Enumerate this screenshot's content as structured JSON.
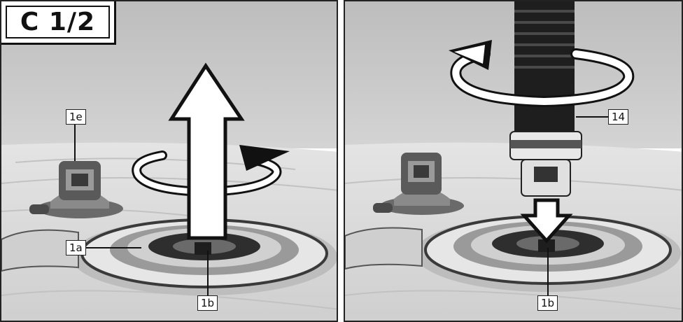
{
  "step": {
    "label": "C 1/2"
  },
  "left_panel": {
    "callouts": {
      "valve_cap": "1e",
      "valve_base": "1a",
      "valve_pin": "1b"
    }
  },
  "right_panel": {
    "callouts": {
      "pump_hose": "14",
      "valve_pin": "1b"
    }
  },
  "colors": {
    "frame": "#222222",
    "arrow_fill": "#ffffff",
    "arrow_stroke": "#111111",
    "sky": "#c9c9c9",
    "board": "#d8d8d8"
  }
}
